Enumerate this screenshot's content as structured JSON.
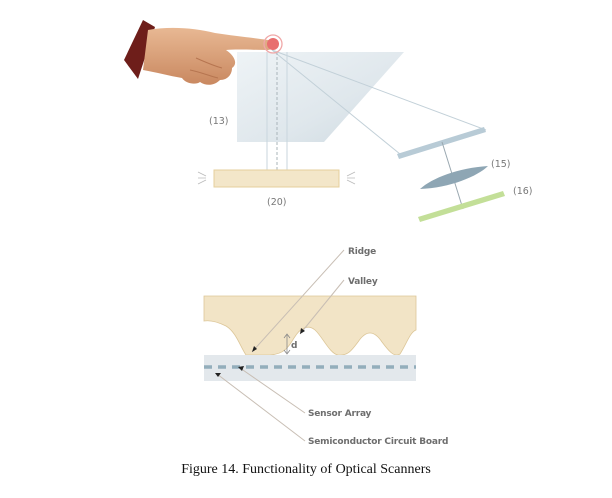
{
  "figure": {
    "caption": "Figure 14.  Functionality of Optical Scanners",
    "colors": {
      "prism": "#dbe4ea",
      "skin": "#d9a07a",
      "sleeve": "#6e1e1a",
      "touch": "#e86f6f",
      "platen": "#f3e6c9",
      "mirror": "#b8cbd6",
      "lens": "#8ea6b4",
      "sensor": "#c3df98",
      "finger_tissue": "#f2e4c6",
      "board": "#e3e8ec",
      "sensor_dashes": "#93aebb",
      "leader": "#c8beb4"
    }
  },
  "top_diagram": {
    "labels": {
      "prism": "(13)",
      "platen": "(20)",
      "lens": "(15)",
      "sensor": "(16)"
    }
  },
  "bottom_diagram": {
    "labels": {
      "ridge": "Ridge",
      "valley": "Valley",
      "distance": "d",
      "sensor_array": "Sensor Array",
      "circuit_board": "Semiconductor Circuit Board"
    }
  }
}
